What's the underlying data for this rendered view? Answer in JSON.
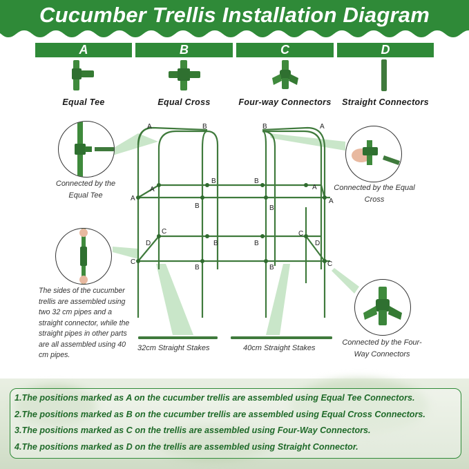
{
  "title": "Cucumber Trellis Installation Diagram",
  "components": [
    {
      "letter": "A",
      "name": "Equal Tee"
    },
    {
      "letter": "B",
      "name": "Equal Cross"
    },
    {
      "letter": "C",
      "name": "Four-way Connectors"
    },
    {
      "letter": "D",
      "name": "Straight Connectors"
    }
  ],
  "callouts": {
    "tee": "Connected by the Equal Tee",
    "cross": "Connected by the Equal Cross",
    "four_way": "Connected by the Four-Way Connectors",
    "side_description": "The sides of the cucumber trellis are assembled using two 32 cm pipes and a straight connector, while the straight pipes in other parts are all assembled using 40 cm pipes."
  },
  "stakes": {
    "short": "32cm Straight Stakes",
    "long": "40cm Straight Stakes"
  },
  "frame_labels": [
    "A",
    "B",
    "B",
    "A",
    "A",
    "B",
    "B",
    "A",
    "A",
    "B",
    "B",
    "A",
    "C",
    "C",
    "D",
    "D",
    "B",
    "B",
    "C",
    "B",
    "B",
    "C"
  ],
  "notes": [
    "1.The positions marked as A on the cucumber trellis are assembled using Equal Tee Connectors.",
    "2.The positions marked as B on the cucumber trellis are assembled using Equal Cross Connectors.",
    "3.The positions marked as C on the trellis are assembled using Four-Way Connectors.",
    "4.The positions marked as D on the trellis are assembled using Straight Connector."
  ],
  "colors": {
    "green": "#2f8a38",
    "pipe": "#3f7a3c",
    "dark_green": "#1f6a29"
  }
}
